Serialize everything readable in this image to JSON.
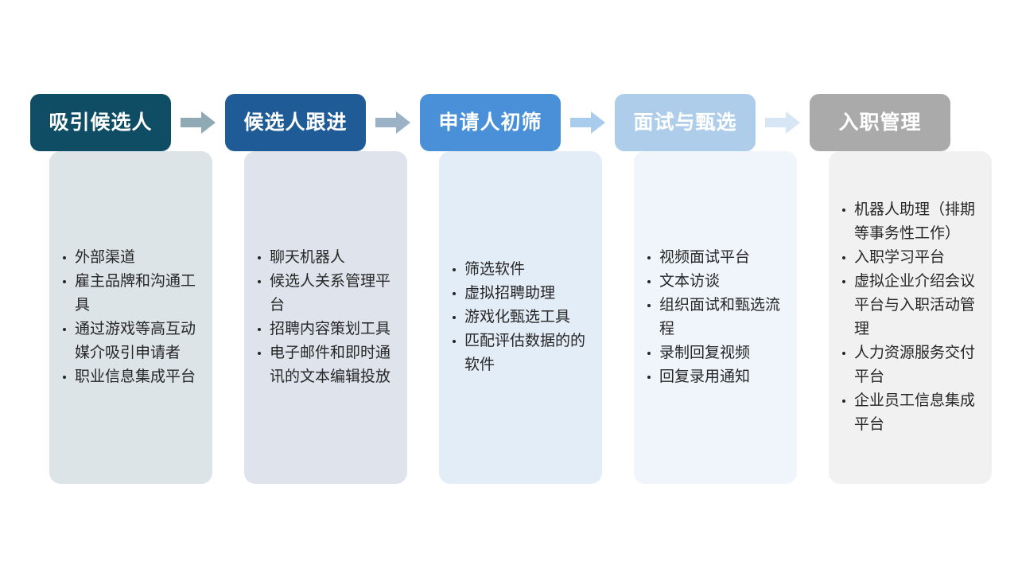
{
  "slide": {
    "title_semantic": "recruitment-process-stages",
    "background": "#ffffff",
    "arrow_icon_name": "right-arrow-icon"
  },
  "stages": [
    {
      "id": "attract-candidates",
      "header": "吸引候选人",
      "header_color": "#0E4D63",
      "body_color": "#DCE4E8",
      "arrow_color": "#8FA9B5",
      "has_arrow": true,
      "items": [
        "外部渠道",
        "雇主品牌和沟通工具",
        "通过游戏等高互动媒介吸引申请者",
        "职业信息集成平台"
      ]
    },
    {
      "id": "candidate-followup",
      "header": "候选人跟进",
      "header_color": "#1F5B96",
      "body_color": "#DFE4EC",
      "arrow_color": "#9BB2C6",
      "has_arrow": true,
      "items": [
        "聊天机器人",
        "候选人关系管理平台",
        "招聘内容策划工具",
        "电子邮件和即时通讯的文本编辑投放"
      ]
    },
    {
      "id": "applicant-screening",
      "header": "申请人初筛",
      "header_color": "#4A90D9",
      "body_color": "#E3EDF7",
      "arrow_color": "#A9CCEC",
      "has_arrow": true,
      "items": [
        "筛选软件",
        "虚拟招聘助理",
        "游戏化甄选工具",
        "匹配评估数据的的软件"
      ]
    },
    {
      "id": "interview-selection",
      "header": "面试与甄选",
      "header_color": "#AECDEA",
      "body_color": "#EFF5FA",
      "arrow_color": "#D6E6F5",
      "has_arrow": true,
      "items": [
        "视频面试平台",
        "文本访谈",
        "组织面试和甄选流程",
        "录制回复视频",
        "回复录用通知"
      ]
    },
    {
      "id": "onboarding-management",
      "header": "入职管理",
      "header_color": "#AAAAAA",
      "body_color": "#F1F1F1",
      "arrow_color": "#FFFFFF",
      "has_arrow": false,
      "items": [
        "机器人助理（排期等事务性工作）",
        "入职学习平台",
        "虚拟企业介绍会议平台与入职活动管理",
        "人力资源服务交付平台",
        "企业员工信息集成平台"
      ]
    }
  ]
}
